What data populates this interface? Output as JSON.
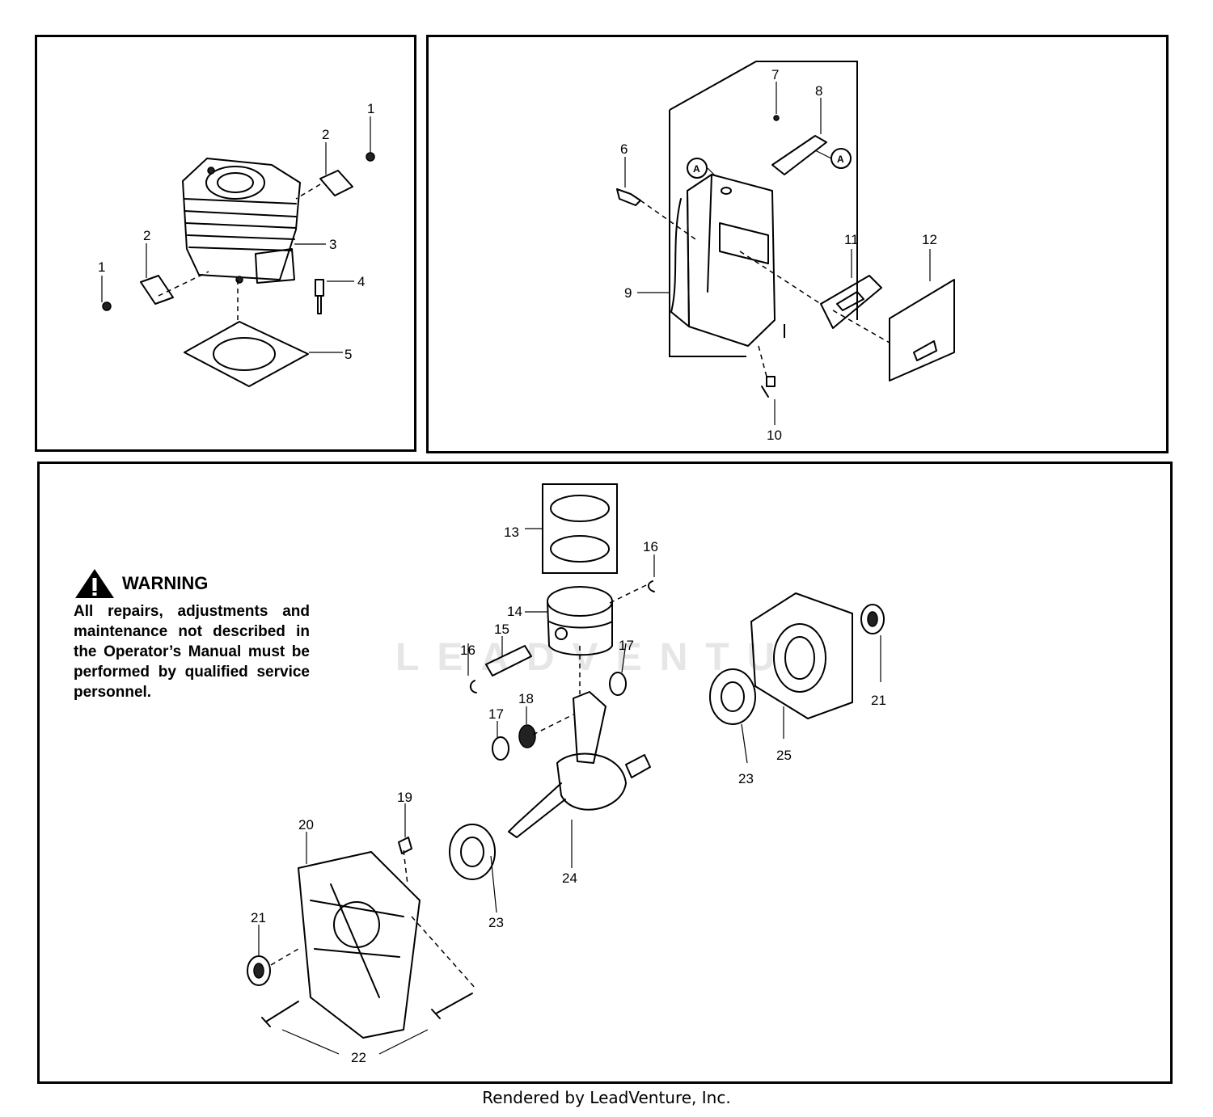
{
  "callouts": {
    "cylinder": [
      "1",
      "2",
      "2",
      "1",
      "3",
      "4",
      "5"
    ],
    "muffler": [
      "7",
      "8",
      "6",
      "A",
      "A",
      "9",
      "11",
      "12",
      "10"
    ],
    "crank": [
      "13",
      "16",
      "14",
      "15",
      "16",
      "17",
      "18",
      "17",
      "19",
      "20",
      "21",
      "23",
      "24",
      "21",
      "23",
      "25",
      "22"
    ]
  },
  "warning": {
    "title": "WARNING",
    "body": "All repairs, adjustments and maintenance not described in the Operator’s Manual must be performed by qualified service personnel."
  },
  "watermark": "LEADVENTU",
  "footer": "Rendered by LeadVenture, Inc."
}
